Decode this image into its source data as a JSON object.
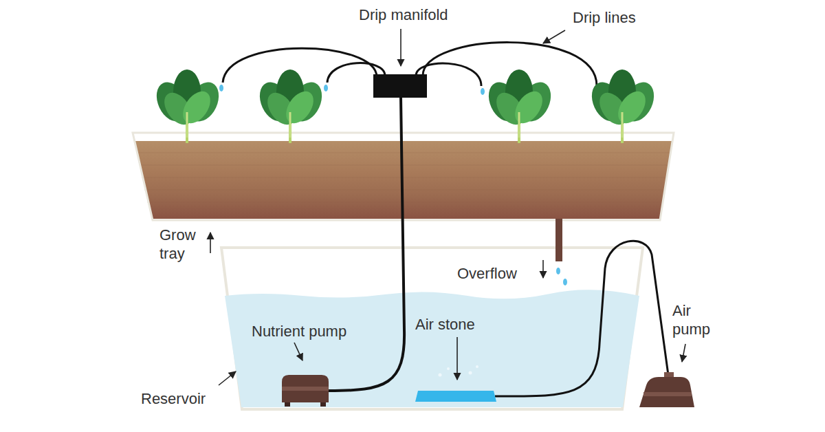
{
  "diagram": {
    "labels": [
      "Drip manifold",
      "Drip lines",
      "Grow tray",
      "Overflow",
      "Air stone",
      "Nutrient pump",
      "Reservoir",
      "Air pump"
    ]
  }
}
